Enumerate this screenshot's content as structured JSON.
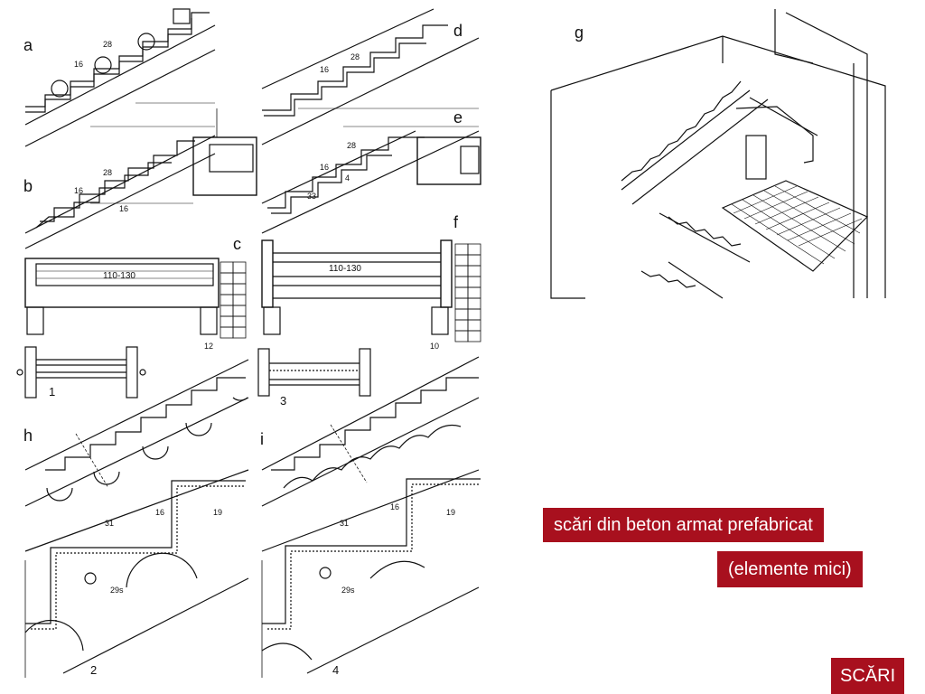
{
  "figure_labels": {
    "a": "a",
    "b": "b",
    "c": "c",
    "d": "d",
    "e": "e",
    "f": "f",
    "g": "g",
    "h": "h",
    "i": "i",
    "n1": "1",
    "n2": "2",
    "n3": "3",
    "n4": "4"
  },
  "dimensions": {
    "a_tread": "28",
    "a_riser": "16",
    "b_tread": "28",
    "b_riser": "16",
    "b_slab": "16",
    "c_width": "110-130",
    "c_wall": "12",
    "d_tread": "28",
    "d_riser": "16",
    "e_tread": "28",
    "e_riser": "16",
    "e_slab": "4",
    "e_depth": "33",
    "f_width": "110-130",
    "f_wall": "10",
    "h_tread": "31",
    "h_riser": "16",
    "h_depth": "19",
    "h_cover": "29s",
    "i_tread": "31",
    "i_riser": "16",
    "i_depth": "19",
    "i_cover": "29s"
  },
  "captions": {
    "line1": "scări din beton armat prefabricat",
    "line2": "(elemente mici)",
    "section": "SCĂRI"
  },
  "colors": {
    "caption_bg": "#a8101e",
    "caption_text": "#ffffff",
    "ink": "#111111"
  }
}
